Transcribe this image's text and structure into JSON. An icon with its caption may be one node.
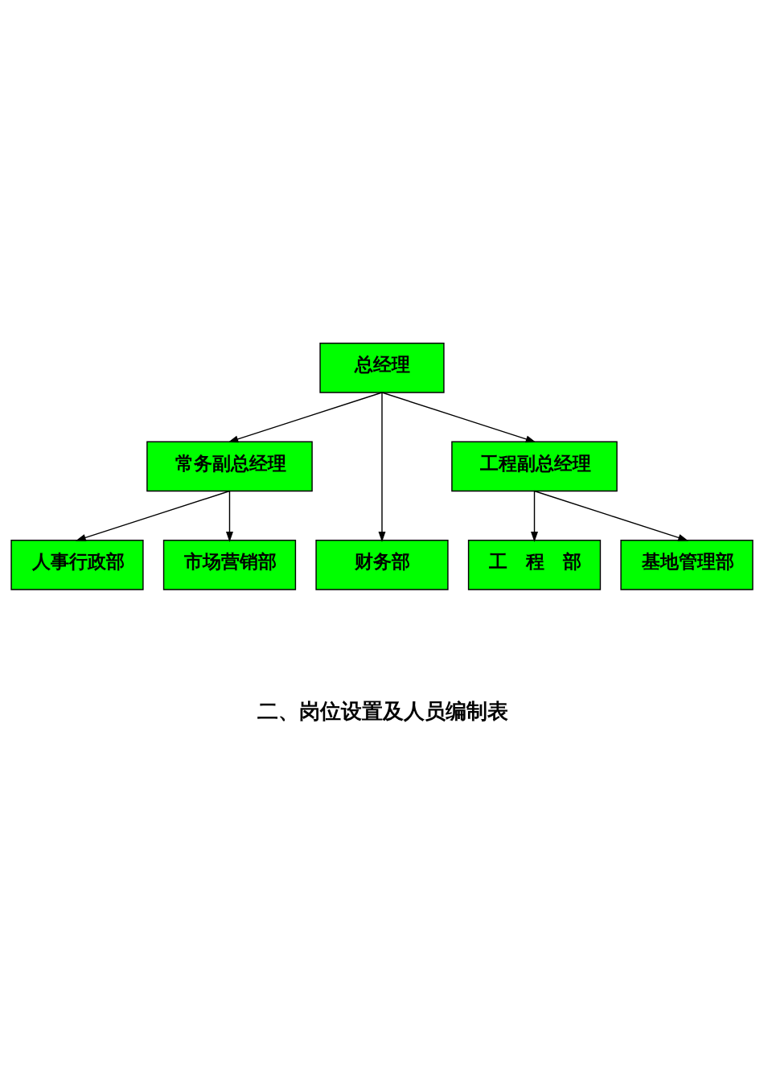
{
  "diagram": {
    "nodes": [
      {
        "text": [
          "总经理"
        ]
      },
      {
        "text": [
          "常务副总经理"
        ]
      },
      {
        "text": [
          "工程副总经理"
        ]
      },
      {
        "text": [
          "人事行政部"
        ]
      },
      {
        "text": [
          "市场营销部"
        ]
      },
      {
        "text": [
          "财务部"
        ]
      },
      {
        "text": [
          "工　程　部"
        ]
      },
      {
        "text": [
          "基地管理部"
        ]
      }
    ],
    "edges": [
      {
        "from": 0,
        "to": 1,
        "arrow": "to"
      },
      {
        "from": 0,
        "to": 5,
        "arrow": "to"
      },
      {
        "from": 0,
        "to": 2,
        "arrow": "to"
      },
      {
        "from": 1,
        "to": 3,
        "arrow": "to"
      },
      {
        "from": 1,
        "to": 4,
        "arrow": "to"
      },
      {
        "from": 2,
        "to": 6,
        "arrow": "to"
      },
      {
        "from": 2,
        "to": 7,
        "arrow": "to"
      }
    ],
    "labels": [
      "二、岗位设置及人员编制表"
    ]
  }
}
